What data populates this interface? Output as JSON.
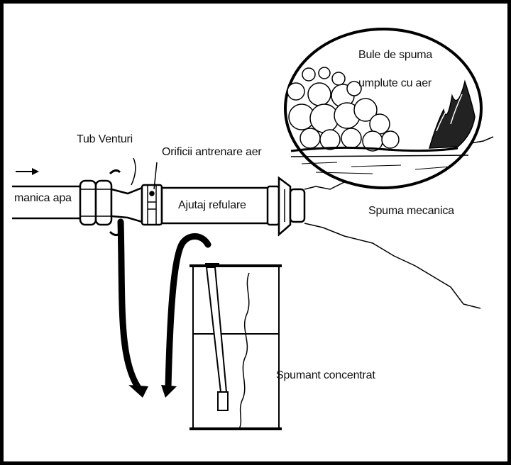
{
  "labels": {
    "tub_venturi": "Tub Venturi",
    "orificii": "Orificii antrenare aer",
    "manica_apa": "manica apa",
    "ajutaj": "Ajutaj refulare",
    "spuma_mecanica": "Spuma mecanica",
    "bule_line1": "Bule de spuma",
    "bule_line2": "umplute cu aer",
    "spumant": "Spumant concentrat"
  },
  "colors": {
    "outline": "#000000",
    "background": "#ffffff",
    "frame": "#000000"
  }
}
